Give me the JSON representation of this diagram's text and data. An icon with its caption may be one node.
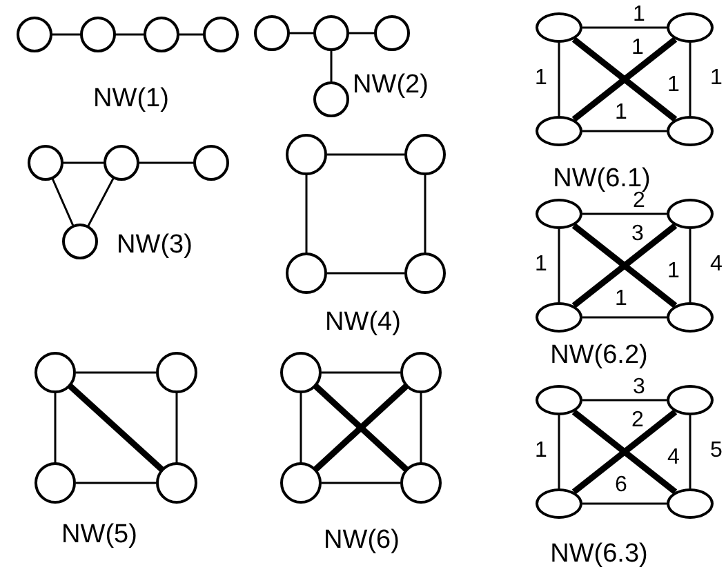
{
  "diagram": {
    "nodes": [
      {
        "text": [],
        "shape": "circle"
      },
      {
        "text": [],
        "shape": "circle"
      },
      {
        "text": [],
        "shape": "circle"
      },
      {
        "text": [],
        "shape": "circle"
      },
      {
        "text": [],
        "shape": "circle"
      },
      {
        "text": [],
        "shape": "circle"
      },
      {
        "text": [],
        "shape": "circle"
      },
      {
        "text": [],
        "shape": "circle"
      },
      {
        "text": [],
        "shape": "circle"
      },
      {
        "text": [],
        "shape": "circle"
      },
      {
        "text": [],
        "shape": "circle"
      },
      {
        "text": [],
        "shape": "circle"
      },
      {
        "text": [],
        "shape": "circle"
      },
      {
        "text": [],
        "shape": "circle"
      },
      {
        "text": [],
        "shape": "circle"
      },
      {
        "text": [],
        "shape": "circle"
      },
      {
        "text": [],
        "shape": "circle"
      },
      {
        "text": [],
        "shape": "circle"
      },
      {
        "text": [],
        "shape": "circle"
      },
      {
        "text": [],
        "shape": "circle"
      },
      {
        "text": [],
        "shape": "circle"
      },
      {
        "text": [],
        "shape": "circle"
      },
      {
        "text": [],
        "shape": "circle"
      },
      {
        "text": [],
        "shape": "circle"
      },
      {
        "text": [],
        "shape": "ellipse"
      },
      {
        "text": [],
        "shape": "ellipse"
      },
      {
        "text": [],
        "shape": "ellipse"
      },
      {
        "text": [],
        "shape": "ellipse"
      },
      {
        "text": [],
        "shape": "ellipse"
      },
      {
        "text": [],
        "shape": "ellipse"
      },
      {
        "text": [],
        "shape": "ellipse"
      },
      {
        "text": [],
        "shape": "ellipse"
      },
      {
        "text": [],
        "shape": "ellipse"
      },
      {
        "text": [],
        "shape": "ellipse"
      },
      {
        "text": [],
        "shape": "ellipse"
      },
      {
        "text": [],
        "shape": "ellipse"
      }
    ],
    "edges": [
      {
        "from": 0,
        "to": 1,
        "arrow": "none"
      },
      {
        "from": 1,
        "to": 2,
        "arrow": "none"
      },
      {
        "from": 2,
        "to": 3,
        "arrow": "none"
      },
      {
        "from": 4,
        "to": 5,
        "arrow": "none"
      },
      {
        "from": 5,
        "to": 6,
        "arrow": "none"
      },
      {
        "from": 5,
        "to": 7,
        "arrow": "none"
      },
      {
        "from": 8,
        "to": 9,
        "arrow": "none"
      },
      {
        "from": 9,
        "to": 10,
        "arrow": "none"
      },
      {
        "from": 8,
        "to": 11,
        "arrow": "none"
      },
      {
        "from": 9,
        "to": 11,
        "arrow": "none"
      },
      {
        "from": 12,
        "to": 13,
        "arrow": "none"
      },
      {
        "from": 12,
        "to": 14,
        "arrow": "none"
      },
      {
        "from": 13,
        "to": 15,
        "arrow": "none"
      },
      {
        "from": 14,
        "to": 15,
        "arrow": "none"
      },
      {
        "from": 16,
        "to": 17,
        "arrow": "none"
      },
      {
        "from": 16,
        "to": 18,
        "arrow": "none"
      },
      {
        "from": 17,
        "to": 19,
        "arrow": "none"
      },
      {
        "from": 18,
        "to": 19,
        "arrow": "none"
      },
      {
        "from": 16,
        "to": 19,
        "arrow": "none",
        "style": "thick"
      },
      {
        "from": 20,
        "to": 21,
        "arrow": "none"
      },
      {
        "from": 20,
        "to": 22,
        "arrow": "none"
      },
      {
        "from": 21,
        "to": 23,
        "arrow": "none"
      },
      {
        "from": 22,
        "to": 23,
        "arrow": "none"
      },
      {
        "from": 20,
        "to": 23,
        "arrow": "none",
        "style": "thick"
      },
      {
        "from": 21,
        "to": 22,
        "arrow": "none",
        "style": "thick"
      },
      {
        "from": 24,
        "to": 25,
        "arrow": "none",
        "label": "1"
      },
      {
        "from": 25,
        "to": 26,
        "arrow": "none",
        "label": "1",
        "style": "thick"
      },
      {
        "from": 24,
        "to": 26,
        "arrow": "none",
        "label": "1"
      },
      {
        "from": 25,
        "to": 27,
        "arrow": "none",
        "label": "1"
      },
      {
        "from": 24,
        "to": 27,
        "arrow": "none",
        "label": "1",
        "style": "thick"
      },
      {
        "from": 26,
        "to": 27,
        "arrow": "none",
        "label": "1"
      },
      {
        "from": 28,
        "to": 29,
        "arrow": "none",
        "label": "2"
      },
      {
        "from": 29,
        "to": 30,
        "arrow": "none",
        "label": "3",
        "style": "thick"
      },
      {
        "from": 28,
        "to": 30,
        "arrow": "none",
        "label": "1"
      },
      {
        "from": 29,
        "to": 31,
        "arrow": "none",
        "label": "4"
      },
      {
        "from": 28,
        "to": 31,
        "arrow": "none",
        "label": "1",
        "style": "thick"
      },
      {
        "from": 30,
        "to": 31,
        "arrow": "none",
        "label": "1"
      },
      {
        "from": 32,
        "to": 33,
        "arrow": "none",
        "label": "3"
      },
      {
        "from": 33,
        "to": 34,
        "arrow": "none",
        "label": "2",
        "style": "thick"
      },
      {
        "from": 32,
        "to": 34,
        "arrow": "none",
        "label": "1"
      },
      {
        "from": 33,
        "to": 35,
        "arrow": "none",
        "label": "5"
      },
      {
        "from": 32,
        "to": 35,
        "arrow": "none",
        "label": "4",
        "style": "thick"
      },
      {
        "from": 34,
        "to": 35,
        "arrow": "none",
        "label": "6"
      }
    ],
    "labels": [
      "NW(1)",
      "NW(2)",
      "NW(3)",
      "NW(4)",
      "NW(5)",
      "NW(6)",
      "NW(6.1)",
      "NW(6.2)",
      "NW(6.3)"
    ]
  }
}
